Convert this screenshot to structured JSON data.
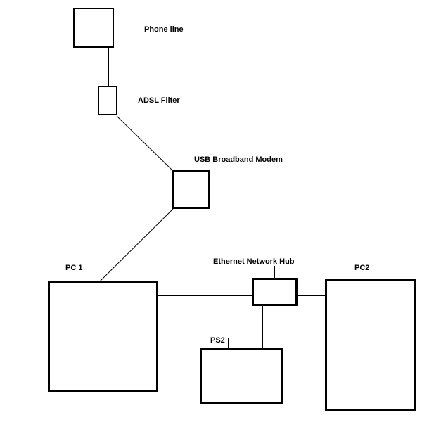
{
  "canvas": {
    "background_color": "#ffffff",
    "line_color": "#000000",
    "text_color": "#000000"
  },
  "nodes": {
    "phone": {
      "label": "Phone line"
    },
    "adsl": {
      "label": "ADSL Filter"
    },
    "modem": {
      "label": "USB Broadband Modem"
    },
    "pc1": {
      "label": "PC 1"
    },
    "hub": {
      "label": "Ethernet Network Hub"
    },
    "pc2": {
      "label": "PC2"
    },
    "ps2": {
      "label": "PS2"
    }
  },
  "connections": [
    {
      "from": "Phone line",
      "to": "ADSL Filter"
    },
    {
      "from": "ADSL Filter",
      "to": "USB Broadband Modem"
    },
    {
      "from": "USB Broadband Modem",
      "to": "PC 1"
    },
    {
      "from": "PC 1",
      "to": "Ethernet Network Hub"
    },
    {
      "from": "Ethernet Network Hub",
      "to": "PC2"
    },
    {
      "from": "Ethernet Network Hub",
      "to": "PS2"
    }
  ]
}
